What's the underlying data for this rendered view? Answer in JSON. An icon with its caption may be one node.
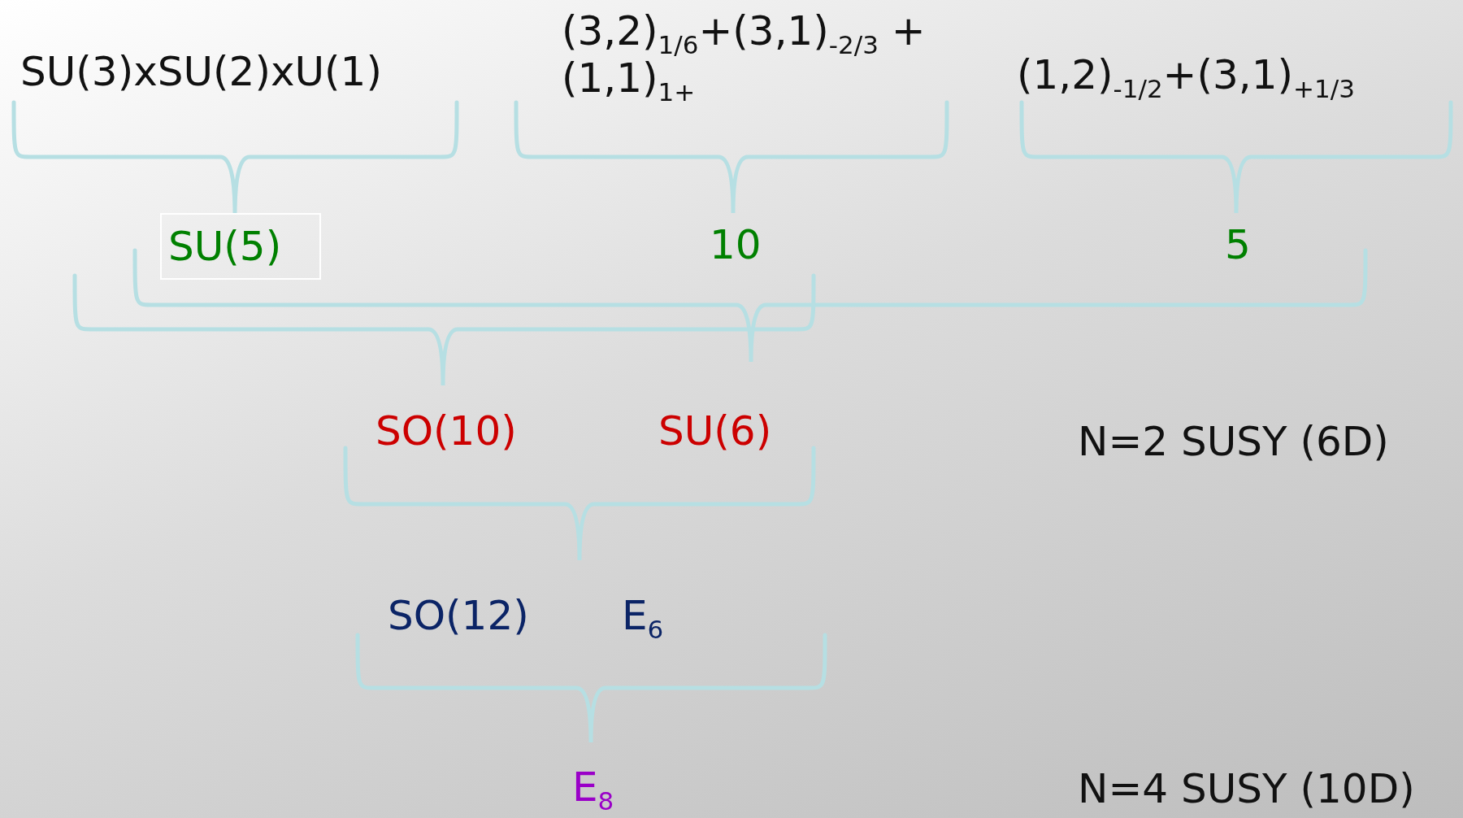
{
  "diagram": {
    "nodes": [
      {
        "text": [
          "SU(5)"
        ]
      }
    ],
    "labels": [
      "SU(3)xSU(2)xU(1)",
      "(3,2)$_{1/6}$+(3,1)$_{-2/3}$ +(1,1)$_{1+}$",
      "(1,2)$_{-1/2}$+(3,1)$_{+1/3}$",
      "10",
      "5",
      "SO(10)",
      "SU(6)",
      "N=2 SUSY (6D)",
      "SO(12)",
      "E$_{6}$",
      "E$_{8}$",
      "N=4 SUSY (10D)"
    ]
  }
}
